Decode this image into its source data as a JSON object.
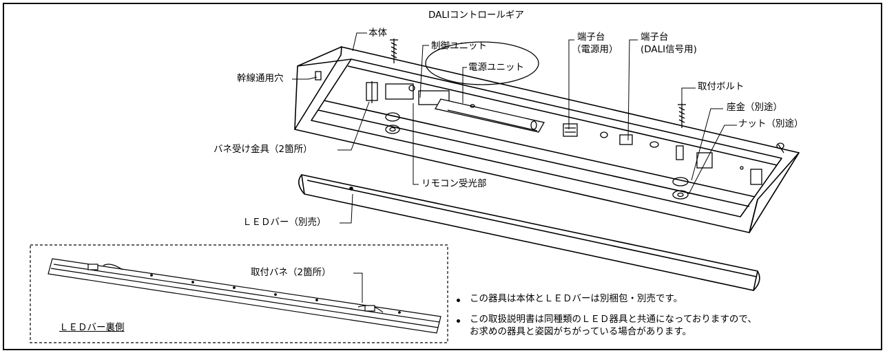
{
  "labels": {
    "dali_gear": "DALIコントロールギア",
    "body": "本体",
    "control_unit": "制御ユニット",
    "power_unit": "電源ユニット",
    "terminal_power_1": "端子台",
    "terminal_power_2": "（電源用）",
    "terminal_dali_1": "端子台",
    "terminal_dali_2": "(DALI信号用)",
    "mounting_bolt": "取付ボルト",
    "washer": "座金（別途）",
    "nut": "ナット（別途）",
    "cable_hole": "幹線通用穴",
    "spring_bracket": "バネ受け金具（2箇所）",
    "remote_receiver": "リモコン受光部",
    "led_bar": "ＬＥＤバー（別売）",
    "mounting_spring": "取付バネ（2箇所）",
    "led_bar_back": "ＬＥＤバー裏側"
  },
  "notes": [
    "この器具は本体とＬＥＤバーは別梱包・別売です。",
    "この取扱説明書は同種類のＬＥＤ器具と共通になっておりますので、",
    "お求めの器具と姿図がちがっている場合があります。"
  ]
}
